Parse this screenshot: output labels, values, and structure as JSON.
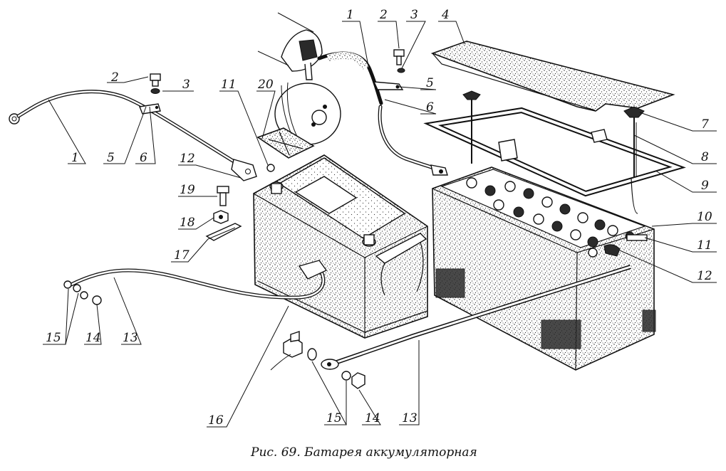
{
  "caption": "Рис. 69. Батарея аккумуляторная",
  "labels": {
    "l1a": "1",
    "l2a": "2",
    "l3a": "3",
    "l5a": "5",
    "l6a": "6",
    "l1b": "1",
    "l2b": "2",
    "l3b": "3",
    "l4": "4",
    "l5b": "5",
    "l6b": "6",
    "l7": "7",
    "l8": "8",
    "l9": "9",
    "l10": "10",
    "l11b": "11",
    "l12b": "12",
    "l11a": "11",
    "l20": "20",
    "l12a": "12",
    "l19": "19",
    "l18": "18",
    "l17": "17",
    "l15a": "15",
    "l14a": "14",
    "l13a": "13",
    "l16": "16",
    "l15b": "15",
    "l14b": "14",
    "l13b": "13"
  }
}
